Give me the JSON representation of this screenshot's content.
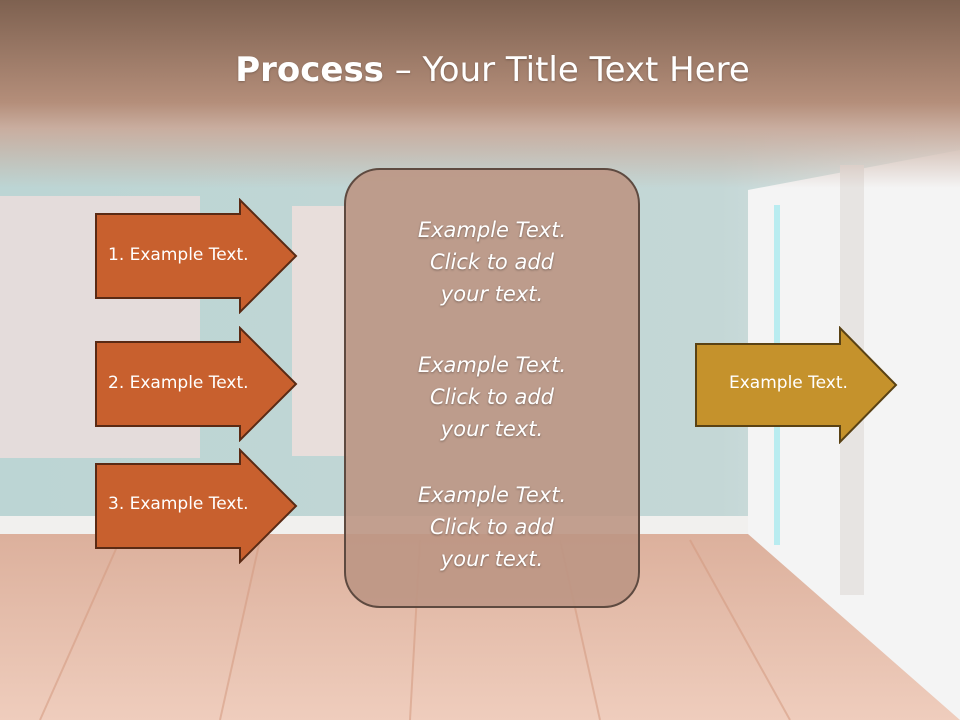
{
  "title": {
    "bold": "Process",
    "rest": " – Your Title Text Here"
  },
  "steps": [
    {
      "label": "1. Example Text."
    },
    {
      "label": "2. Example Text."
    },
    {
      "label": "3. Example Text."
    }
  ],
  "center_texts": [
    "Example Text.\nClick  to add\nyour text.",
    "Example Text.\nClick  to add\nyour text.",
    "Example Text.\nClick  to add\nyour text."
  ],
  "output": {
    "label": "Example Text."
  },
  "colors": {
    "step_fill": "#c8602e",
    "step_stroke": "#5a2a14",
    "output_fill": "#c5922c",
    "output_stroke": "#5a4214",
    "center_fill": "#bc9684"
  }
}
